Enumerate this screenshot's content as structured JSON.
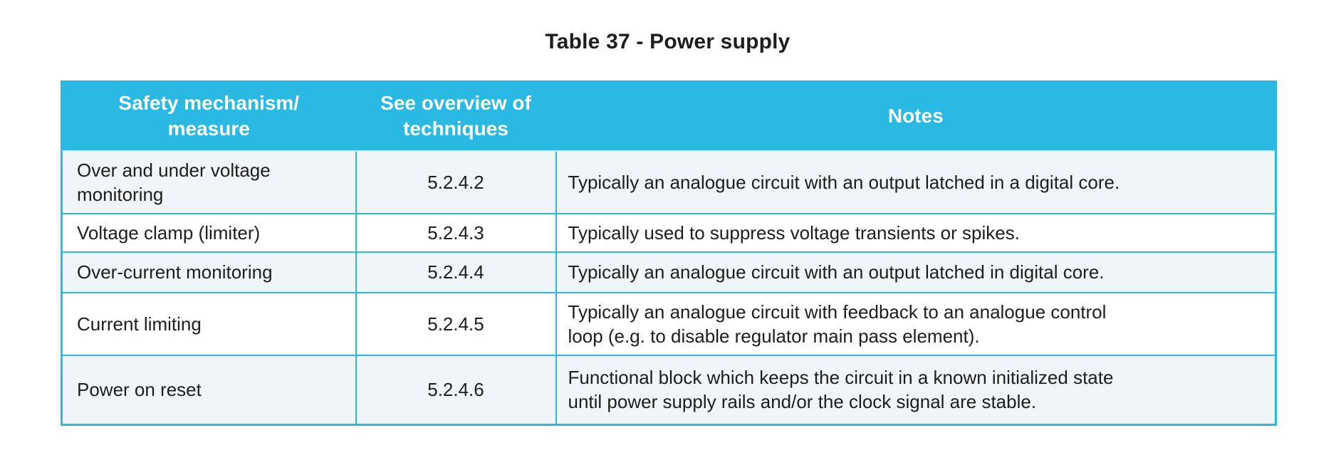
{
  "title": "Table 37 - Power supply",
  "colors": {
    "header_bg": "#29b9e3",
    "header_text": "#ffffff",
    "row_alt_bg": "#f0f5f9",
    "row_bg": "#ffffff",
    "border": "#29b9e3",
    "body_text": "#1d1d1b"
  },
  "table": {
    "headers": [
      "Safety mechanism/\nmeasure",
      "See overview of\ntechniques",
      "Notes"
    ],
    "rows": [
      {
        "mechanism": "Over and under voltage\nmonitoring",
        "reference": "5.2.4.2",
        "notes": "Typically an analogue circuit with an output latched in a digital core."
      },
      {
        "mechanism": "Voltage clamp (limiter)",
        "reference": "5.2.4.3",
        "notes": "Typically used to suppress voltage transients or spikes."
      },
      {
        "mechanism": "Over-current monitoring",
        "reference": "5.2.4.4",
        "notes": "Typically an analogue circuit with an output latched in digital core."
      },
      {
        "mechanism": "Current limiting",
        "reference": "5.2.4.5",
        "notes": "Typically an analogue circuit with feedback to an analogue control\nloop (e.g. to disable regulator main pass element)."
      },
      {
        "mechanism": "Power on reset",
        "reference": "5.2.4.6",
        "notes": "Functional block which keeps the circuit in a known initialized state\nuntil power supply rails and/or the clock signal are stable."
      }
    ]
  }
}
